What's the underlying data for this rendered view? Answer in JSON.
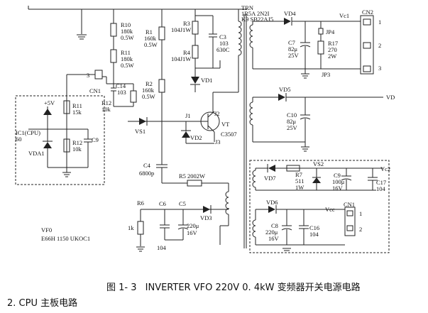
{
  "labels": {
    "TRN": "TRN",
    "trn_parts": "1R5A 2N2I",
    "trn_parts2": "K9 SB22AJ5",
    "R10": "R10",
    "R10_val": "180k",
    "R10_w": "0.5W",
    "R11": "R11",
    "R11_val": "180k",
    "R11_w": "0.5W",
    "R1": "R1",
    "R1_val": "160k",
    "R1_w": "0.5W",
    "R2": "R2",
    "R2_val": "160k",
    "R2_w": "0.5W",
    "R3": "R3",
    "R3_val": "104J1W",
    "R4": "R4",
    "R4_val": "104J1W",
    "C3": "C3",
    "C3_val": "103",
    "C3_v": "630C",
    "C14": "C14",
    "C14_val": "103",
    "R12": "R12",
    "R12_val": "10k",
    "CN1": "CN1",
    "pin3": "3",
    "plus5v": "+5V",
    "R11b": "R11",
    "R11b_val": "15k",
    "R12b": "R12",
    "R12b_val": "10k",
    "C9b": "C9",
    "IC1": "IC1(CPU)",
    "IC1_pin": "60",
    "VDA1": "VDA1",
    "VD1": "VD1",
    "VD2": "VD2",
    "VS1": "VS1",
    "J1": "J1",
    "J2": "J2",
    "J3": "J3",
    "VT": "VT",
    "VT_part": "C3507",
    "C4": "C4",
    "C4_val": "6800p",
    "R5": "R5 2002W",
    "R6": "R6",
    "R6_val": "1k",
    "C6": "C6",
    "C6_val": "104",
    "C5": "C5",
    "C5_val": "220μ",
    "C5_v": "16V",
    "VD3": "VD3",
    "VF0": "VF0",
    "VF0_part": "E66H 1150 UKOC1",
    "VD4": "VD4",
    "Vc1": "Vc1",
    "CN2": "CN2",
    "cn2_1": "1",
    "cn2_2": "2",
    "cn2_3": "3",
    "C7": "C7",
    "C7_val": "82μ",
    "C7_v": "25V",
    "JP4": "JP4",
    "R17": "R17",
    "R17_val": "270",
    "R17_w": "2W",
    "JP3": "JP3",
    "VD5": "VD5",
    "VD": "VD",
    "C10": "C10",
    "C10_val": "82μ",
    "C10_v": "25V",
    "VD7": "VD7",
    "R7": "R7",
    "R7_val": "511",
    "R7_w": "1W",
    "VS2": "VS2",
    "C9": "C9",
    "C9_val": "100μ",
    "C9_v": "16V",
    "Vc2": "Vc2",
    "C17": "C17",
    "C17_val": "104",
    "VD6": "VD6",
    "Vcc": "Vcc",
    "CN1b": "CN1",
    "cn1_1": "1",
    "cn1_2": "2",
    "C8": "C8",
    "C8_val": "220μ",
    "C8_v": "16V",
    "C16": "C16",
    "C16_val": "104"
  },
  "caption": {
    "figure_no": "图 1- 3",
    "title": "INVERTER VFO 220V 0. 4kW 变频器开关电源电路"
  },
  "section": "2.  CPU 主板电路"
}
